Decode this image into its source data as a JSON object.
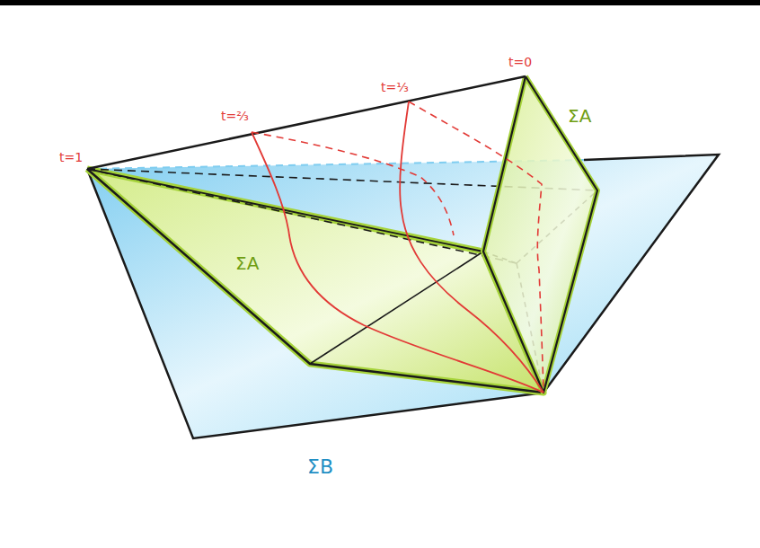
{
  "diagram": {
    "labels": [
      "t=1",
      "t=⅔",
      "t=⅓",
      "t=0",
      "ΣA",
      "ΣA",
      "ΣB"
    ]
  }
}
